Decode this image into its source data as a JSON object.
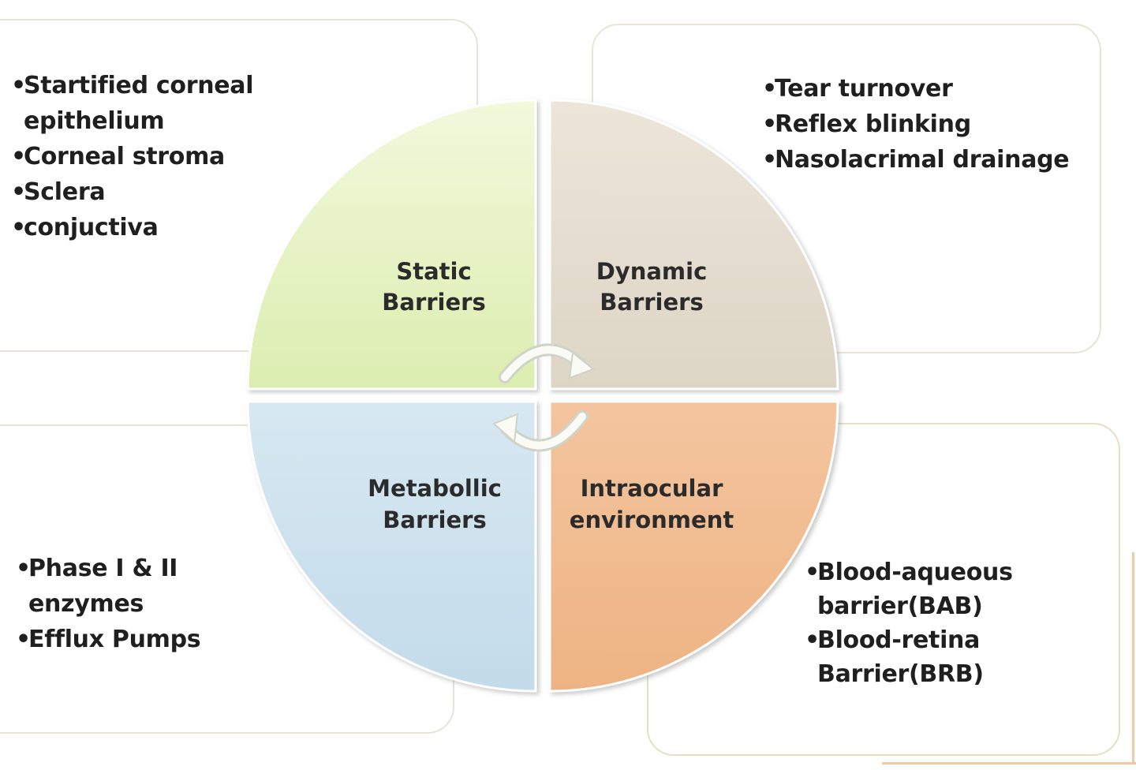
{
  "quadrants": {
    "static": {
      "line1": "Static",
      "line2": "Barriers",
      "color": "#e6f3c6"
    },
    "dynamic": {
      "line1": "Dynamic",
      "line2": "Barriers",
      "color": "#e6dfd1"
    },
    "metabolic": {
      "line1": "Metabollic",
      "line2": "Barriers",
      "color": "#cfe3ef"
    },
    "intraocular": {
      "line1": "Intraocular",
      "line2": "environment",
      "color": "#f0be93"
    }
  },
  "boxes": {
    "top_left": {
      "items": [
        "Startified corneal epithelium",
        "Corneal stroma",
        "Sclera",
        "conjuctiva"
      ]
    },
    "top_right": {
      "items": [
        "Tear turnover",
        "Reflex blinking",
        "Nasolacrimal drainage"
      ]
    },
    "bottom_left": {
      "items": [
        "Phase I & II enzymes",
        "Efflux Pumps"
      ]
    },
    "bottom_right": {
      "items": [
        "Blood-aqueous barrier(BAB)",
        "Blood-retina Barrier(BRB)"
      ]
    }
  },
  "icons": {
    "cycle_top": "cycle-arrow-icon",
    "cycle_bottom": "cycle-arrow-icon"
  }
}
